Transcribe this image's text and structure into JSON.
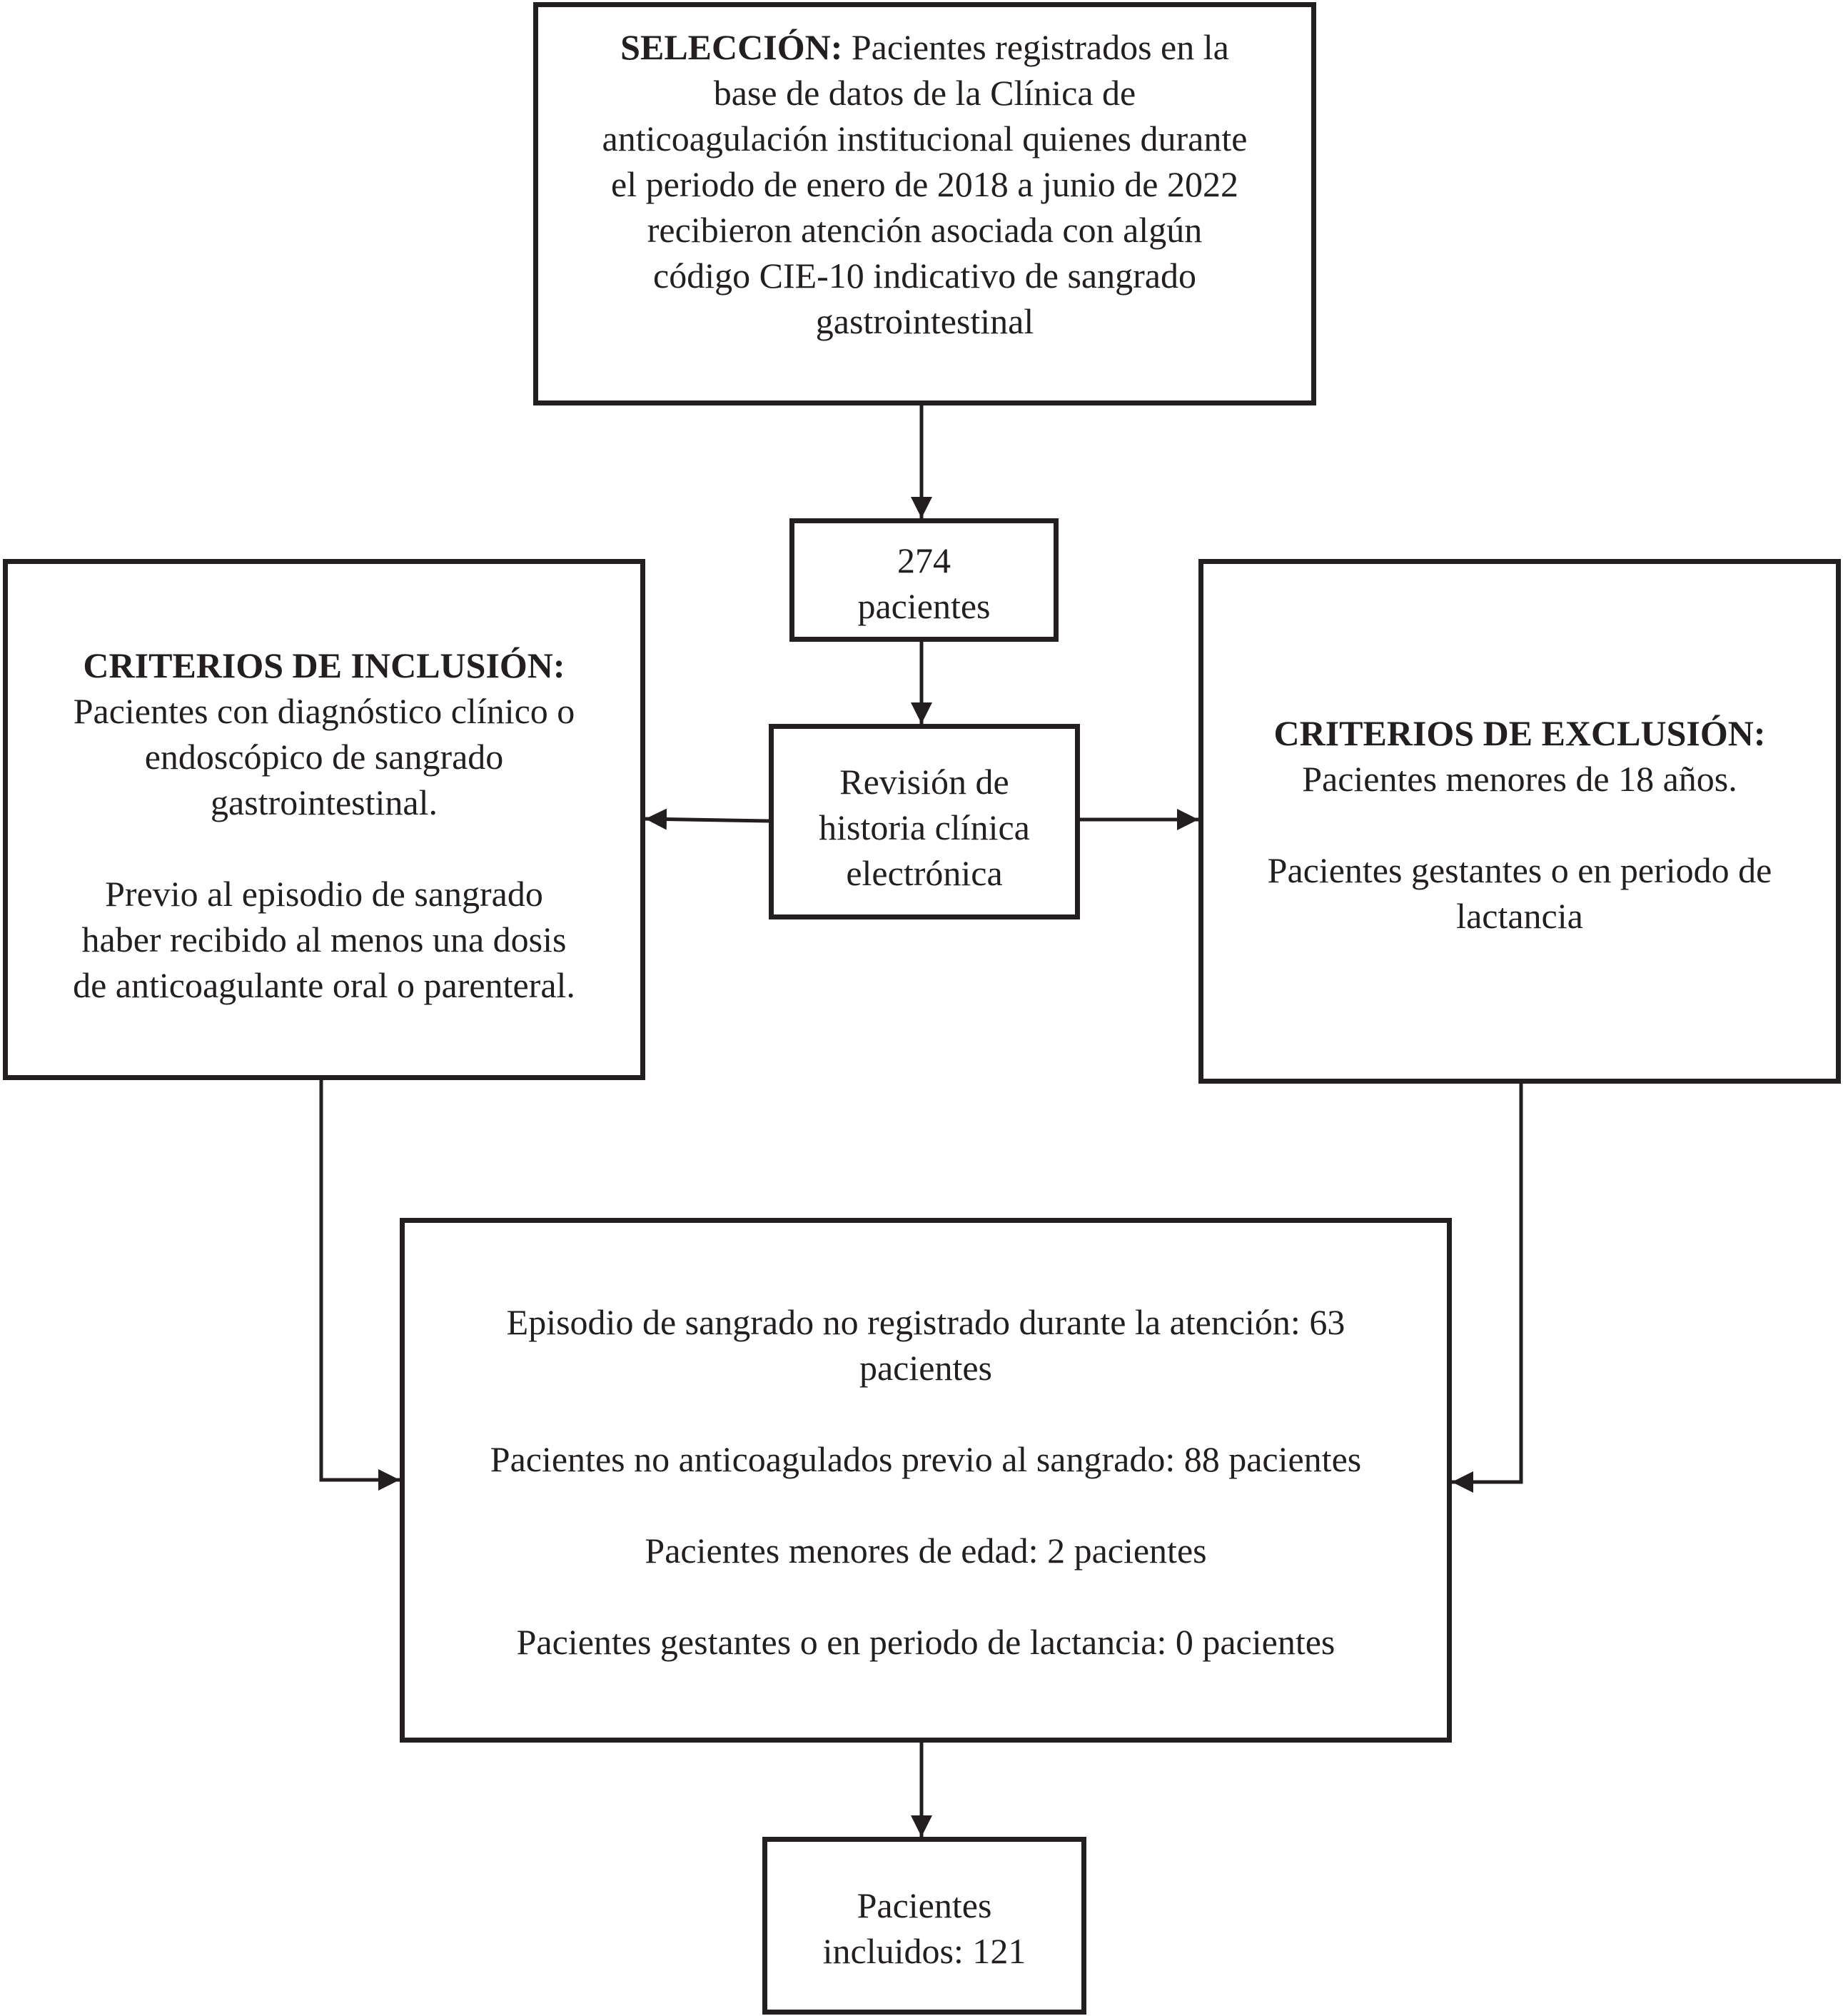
{
  "selection": {
    "heading": "SELECCIÓN:",
    "lines": [
      "Pacientes registrados en la",
      "base de datos de la Clínica de",
      "anticoagulación institucional quienes durante",
      "el periodo de enero de 2018 a junio de 2022",
      "recibieron atención asociada con algún",
      "código CIE-10 indicativo de sangrado",
      "gastrointestinal"
    ]
  },
  "count": {
    "lines": [
      "274",
      "pacientes"
    ]
  },
  "review": {
    "lines": [
      "Revisión de",
      "historia clínica",
      "electrónica"
    ]
  },
  "inclusion": {
    "heading": "CRITERIOS DE INCLUSIÓN:",
    "criterion_1": [
      "Pacientes con diagnóstico clínico o",
      "endoscópico de sangrado",
      "gastrointestinal."
    ],
    "criterion_2": [
      "Previo al episodio de sangrado",
      "haber recibido al menos una dosis",
      "de anticoagulante oral o parenteral."
    ]
  },
  "exclusion": {
    "heading": "CRITERIOS DE EXCLUSIÓN:",
    "criterion_1": [
      "Pacientes menores de 18 años."
    ],
    "criterion_2": [
      "Pacientes gestantes o en periodo de",
      "lactancia"
    ]
  },
  "excluded": {
    "items": [
      [
        "Episodio de sangrado no registrado durante la atención: 63",
        "pacientes"
      ],
      [
        "Pacientes no anticoagulados previo al sangrado: 88 pacientes"
      ],
      [
        "Pacientes menores de edad: 2 pacientes"
      ],
      [
        "Pacientes gestantes o en periodo de lactancia: 0 pacientes"
      ]
    ]
  },
  "included": {
    "lines": [
      "Pacientes",
      "incluidos: 121"
    ]
  },
  "style": {
    "stroke": "#231f20",
    "background": "#ffffff"
  }
}
